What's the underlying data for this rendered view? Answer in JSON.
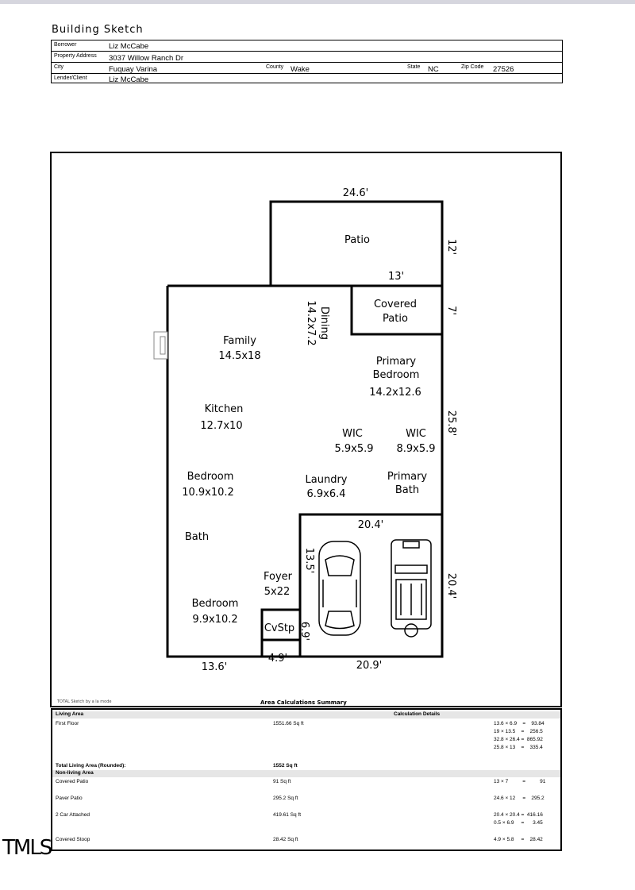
{
  "header": {
    "title": "Building Sketch",
    "borrower_label": "Borrower",
    "borrower": "Liz McCabe",
    "address_label": "Property Address",
    "address": "3037 Willow Ranch Dr",
    "city_label": "City",
    "city": "Fuquay Varina",
    "county_label": "County",
    "county": "Wake",
    "state_label": "State",
    "state": "NC",
    "zip_label": "Zip Code",
    "zip": "27526",
    "lender_label": "Lender/Client",
    "lender": "Liz McCabe"
  },
  "sketch": {
    "dims": {
      "patio_top": "24.6'",
      "patio_right": "12'",
      "patio_bottom": "13'",
      "covered_right": "7'",
      "house_right": "25.8'",
      "garage_top": "20.4'",
      "garage_right": "20.4'",
      "garage_left": "13.5'",
      "stoop_right": "6.9'",
      "bottom_left": "13.6'",
      "stoop_bottom": "4.9'",
      "garage_bottom": "20.9'"
    },
    "rooms": {
      "patio": "Patio",
      "covered1": "Covered",
      "covered2": "Patio",
      "dining1": "Dining",
      "dining2": "14.2x7.2",
      "family1": "Family",
      "family2": "14.5x18",
      "primary_bed1": "Primary",
      "primary_bed2": "Bedroom",
      "primary_bed3": "14.2x12.6",
      "kitchen1": "Kitchen",
      "kitchen2": "12.7x10",
      "wic1a": "WIC",
      "wic1b": "5.9x5.9",
      "wic2a": "WIC",
      "wic2b": "8.9x5.9",
      "bedroom1a": "Bedroom",
      "bedroom1b": "10.9x10.2",
      "laundry1": "Laundry",
      "laundry2": "6.9x6.4",
      "primary_bath1": "Primary",
      "primary_bath2": "Bath",
      "bath": "Bath",
      "foyer1": "Foyer",
      "foyer2": "5x22",
      "bedroom2a": "Bedroom",
      "bedroom2b": "9.9x10.2",
      "cvstp": "CvStp"
    },
    "footer_note": "TOTAL Sketch by a la mode",
    "summary_title": "Area Calculations Summary"
  },
  "calc": {
    "living_area": "Living Area",
    "calc_details": "Calculation Details",
    "first_floor": "First Floor",
    "first_floor_sqft": "1551.66 Sq ft",
    "first_floor_lines": [
      "13.6 × 6.9    =    93.84",
      "19 × 13.5    =    256.5",
      "32.8 × 26.4 =  865.92",
      "25.8 × 13    =    335.4"
    ],
    "total_label": "Total Living Area (Rounded):",
    "total_value": "1552 Sq ft",
    "non_living": "Non-living Area",
    "covered_patio": "Covered Patio",
    "covered_patio_sqft": "91 Sq ft",
    "covered_patio_lines": [
      "13 × 7          =          91"
    ],
    "paver_patio": "Paver Patio",
    "paver_patio_sqft": "295.2 Sq ft",
    "paver_patio_lines": [
      "24.6 × 12     =    295.2"
    ],
    "garage": "2 Car Attached",
    "garage_sqft": "419.61 Sq ft",
    "garage_lines": [
      "20.4 × 20.4 =  416.16",
      "0.5 × 6.9     =      3.45"
    ],
    "stoop": "Covered Stoop",
    "stoop_sqft": "28.42 Sq ft",
    "stoop_lines": [
      "4.9 × 5.8     =    28.42"
    ]
  },
  "watermark": "TMLS"
}
